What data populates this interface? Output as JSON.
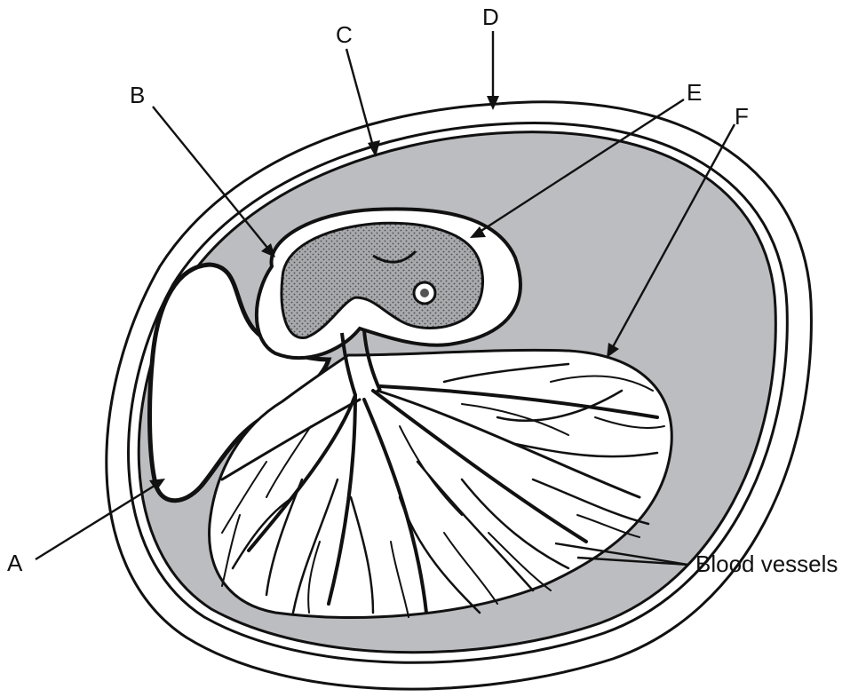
{
  "labels": {
    "a": "A",
    "b": "B",
    "c": "C",
    "d": "D",
    "e": "E",
    "f": "F",
    "blood_vessels": "Blood vessels"
  },
  "colors": {
    "outline": "#111111",
    "albumen_gray": "#bcbdc0",
    "embryo_gray": "#9b9da0",
    "background": "#ffffff"
  }
}
